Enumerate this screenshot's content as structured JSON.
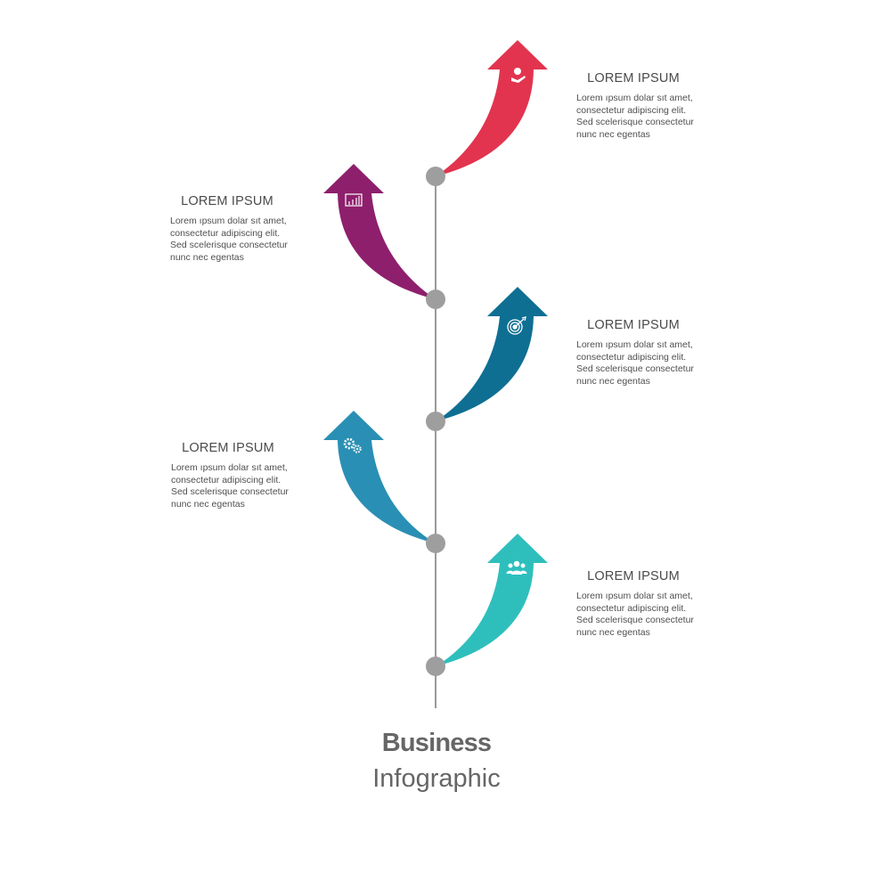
{
  "title": {
    "line1": "Business",
    "line2": "Infographic"
  },
  "steps": [
    {
      "heading": "LOREM IPSUM",
      "body": [
        "Lorem ıpsum dolar sıt amet,",
        "consectetur adipiscing elit.",
        "Sed scelerisque consectetur",
        "nunc nec egentas"
      ],
      "icon": "money-hand-icon",
      "color": "#e2344f",
      "side": "right"
    },
    {
      "heading": "LOREM IPSUM",
      "body": [
        "Lorem ıpsum dolar sıt amet,",
        "consectetur adipiscing elit.",
        "Sed scelerisque consectetur",
        "nunc nec egentas"
      ],
      "icon": "bar-chart-icon",
      "color": "#8e1f6c",
      "side": "left"
    },
    {
      "heading": "LOREM IPSUM",
      "body": [
        "Lorem ıpsum dolar sıt amet,",
        "consectetur adipiscing elit.",
        "Sed scelerisque consectetur",
        "nunc nec egentas"
      ],
      "icon": "target-icon",
      "color": "#0e6f93",
      "side": "right"
    },
    {
      "heading": "LOREM IPSUM",
      "body": [
        "Lorem ıpsum dolar sıt amet,",
        "consectetur adipiscing elit.",
        "Sed scelerisque consectetur",
        "nunc nec egentas"
      ],
      "icon": "gears-icon",
      "color": "#2a8fb4",
      "side": "left"
    },
    {
      "heading": "LOREM IPSUM",
      "body": [
        "Lorem ıpsum dolar sıt amet,",
        "consectetur adipiscing elit.",
        "Sed scelerisque consectetur",
        "nunc nec egentas"
      ],
      "icon": "team-icon",
      "color": "#2ebfbd",
      "side": "right"
    }
  ],
  "colors": {
    "timeline": "#9a9a9a",
    "node": "#9e9e9e"
  }
}
